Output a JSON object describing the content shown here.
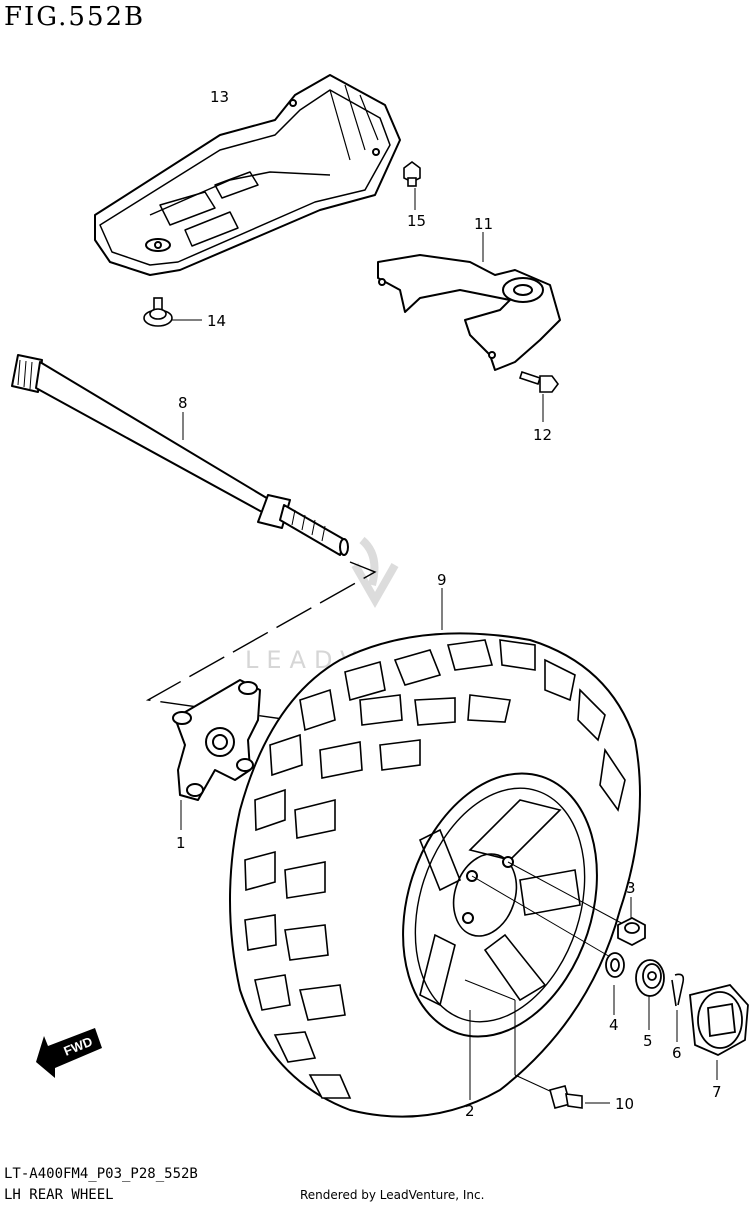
{
  "figure": {
    "title": "FIG.552B",
    "code": "LT-A400FM4_P03_P28_552B",
    "caption": "LH REAR WHEEL",
    "rendered_by": "Rendered by LeadVenture, Inc."
  },
  "watermark": {
    "text": "LEADVENTURE"
  },
  "direction_arrow": {
    "label": "FWD",
    "icon": "fwd-arrow-icon"
  },
  "parts": [
    {
      "id": "1",
      "label": "1"
    },
    {
      "id": "2",
      "label": "2"
    },
    {
      "id": "3",
      "label": "3"
    },
    {
      "id": "4",
      "label": "4"
    },
    {
      "id": "5",
      "label": "5"
    },
    {
      "id": "6",
      "label": "6"
    },
    {
      "id": "7",
      "label": "7"
    },
    {
      "id": "8",
      "label": "8"
    },
    {
      "id": "9",
      "label": "9"
    },
    {
      "id": "10",
      "label": "10"
    },
    {
      "id": "11",
      "label": "11"
    },
    {
      "id": "12",
      "label": "12"
    },
    {
      "id": "13",
      "label": "13"
    },
    {
      "id": "14",
      "label": "14"
    },
    {
      "id": "15",
      "label": "15"
    }
  ]
}
